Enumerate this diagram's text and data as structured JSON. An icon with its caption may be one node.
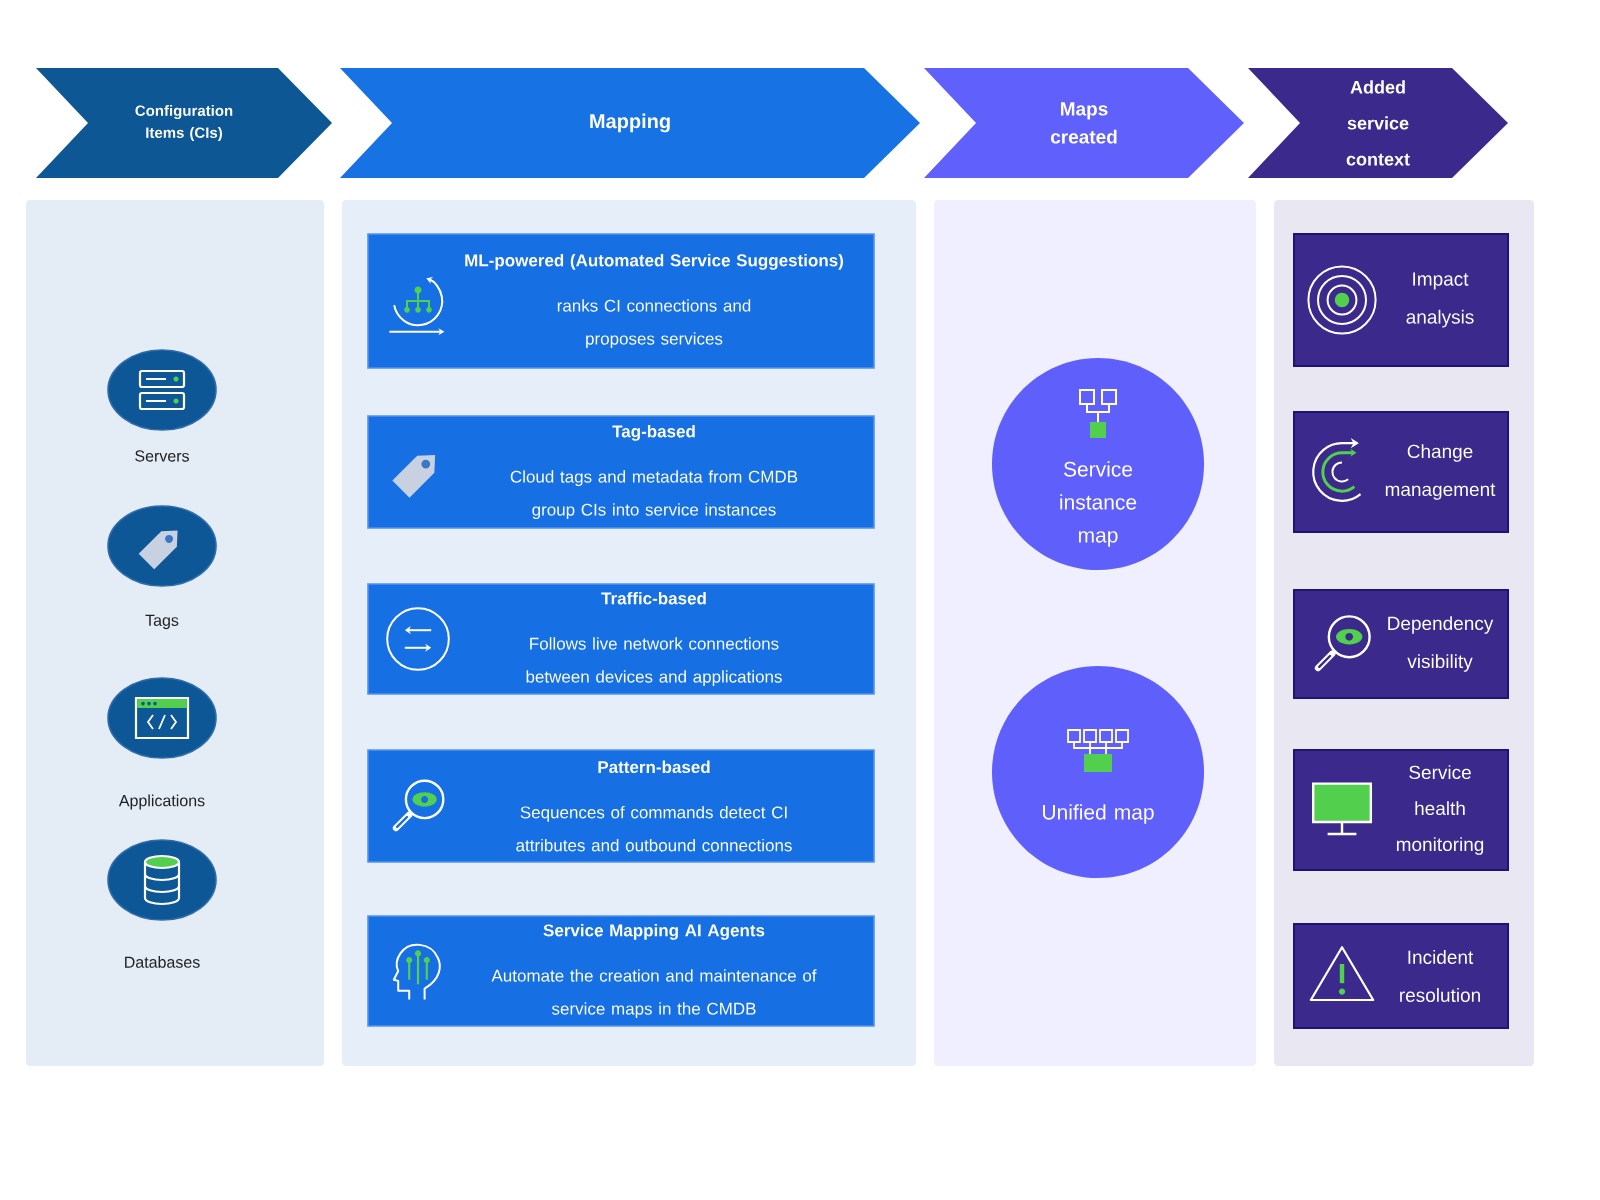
{
  "diagram": {
    "nodes": [
      {
        "text": [
          "Configuration Items (CIs)"
        ]
      },
      {
        "text": [
          "Mapping"
        ]
      },
      {
        "text": [
          "Maps created"
        ]
      },
      {
        "text": [
          "Added service context"
        ]
      },
      {
        "text": [],
        "shape": "box"
      },
      {
        "text": [
          "Servers"
        ],
        "in": 4
      },
      {
        "text": [
          "Tags"
        ],
        "in": 4
      },
      {
        "text": [
          "Applications"
        ],
        "in": 4
      },
      {
        "text": [
          "Databases"
        ],
        "in": 4
      },
      {
        "text": [],
        "shape": "box"
      },
      {
        "text": [
          "ML-powered (Automated Service Suggestions)",
          "ranks CI connections and proposes services"
        ],
        "in": 9
      },
      {
        "text": [
          "Tag-based",
          "Cloud tags and metadata from CMDB group CIs into service instances"
        ],
        "in": 9
      },
      {
        "text": [
          "Traffic-based",
          "Follows live network connections between devices and applications"
        ],
        "in": 9
      },
      {
        "text": [
          "Pattern-based",
          "Sequences of commands detect CI attributes and outbound connections"
        ],
        "in": 9
      },
      {
        "text": [
          "Service Mapping AI Agents",
          "Automate the creation and maintenance of service maps in the CMDB"
        ],
        "in": 9
      },
      {
        "text": [],
        "shape": "box"
      },
      {
        "text": [
          "Service instance map"
        ],
        "in": 15
      },
      {
        "text": [
          "Unified map"
        ],
        "in": 15
      },
      {
        "text": [],
        "shape": "box"
      },
      {
        "text": [
          "Impact analysis"
        ],
        "in": 18
      },
      {
        "text": [
          "Change management"
        ],
        "in": 18
      },
      {
        "text": [
          "Dependency visibility"
        ],
        "in": 18
      },
      {
        "text": [
          "Service health monitoring"
        ],
        "in": 18
      },
      {
        "text": [
          "Incident resolution"
        ],
        "in": 18
      }
    ]
  }
}
